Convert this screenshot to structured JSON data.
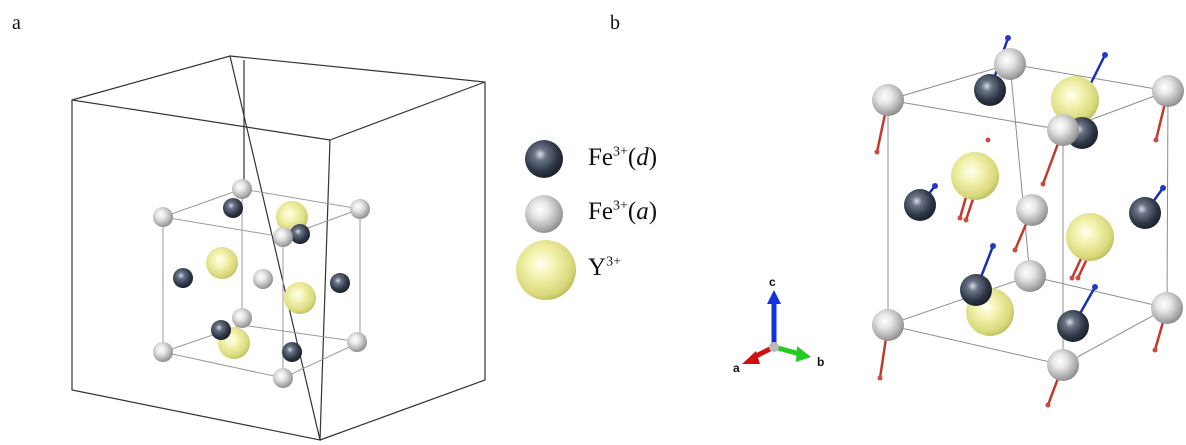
{
  "panels": {
    "a": {
      "label": "a"
    },
    "b": {
      "label": "b"
    }
  },
  "legend": {
    "items": [
      {
        "name": "Fe",
        "charge": "3+",
        "site": "d",
        "color": "#2e3645"
      },
      {
        "name": "Fe",
        "charge": "3+",
        "site": "a",
        "color": "#c8c8c8"
      },
      {
        "name": "Y",
        "charge": "3+",
        "site": "",
        "color": "#e6e68a"
      }
    ]
  },
  "axes": {
    "a": "a",
    "b": "b",
    "c": "c"
  },
  "colors": {
    "fe_d": "#2e3645",
    "fe_a": "#c8c8c8",
    "y": "#e6e68a",
    "spin_up": "#1a2fb0",
    "spin_down": "#c0392b",
    "axis_a": "#cc1111",
    "axis_b": "#22cc22",
    "axis_c": "#1133dd"
  }
}
